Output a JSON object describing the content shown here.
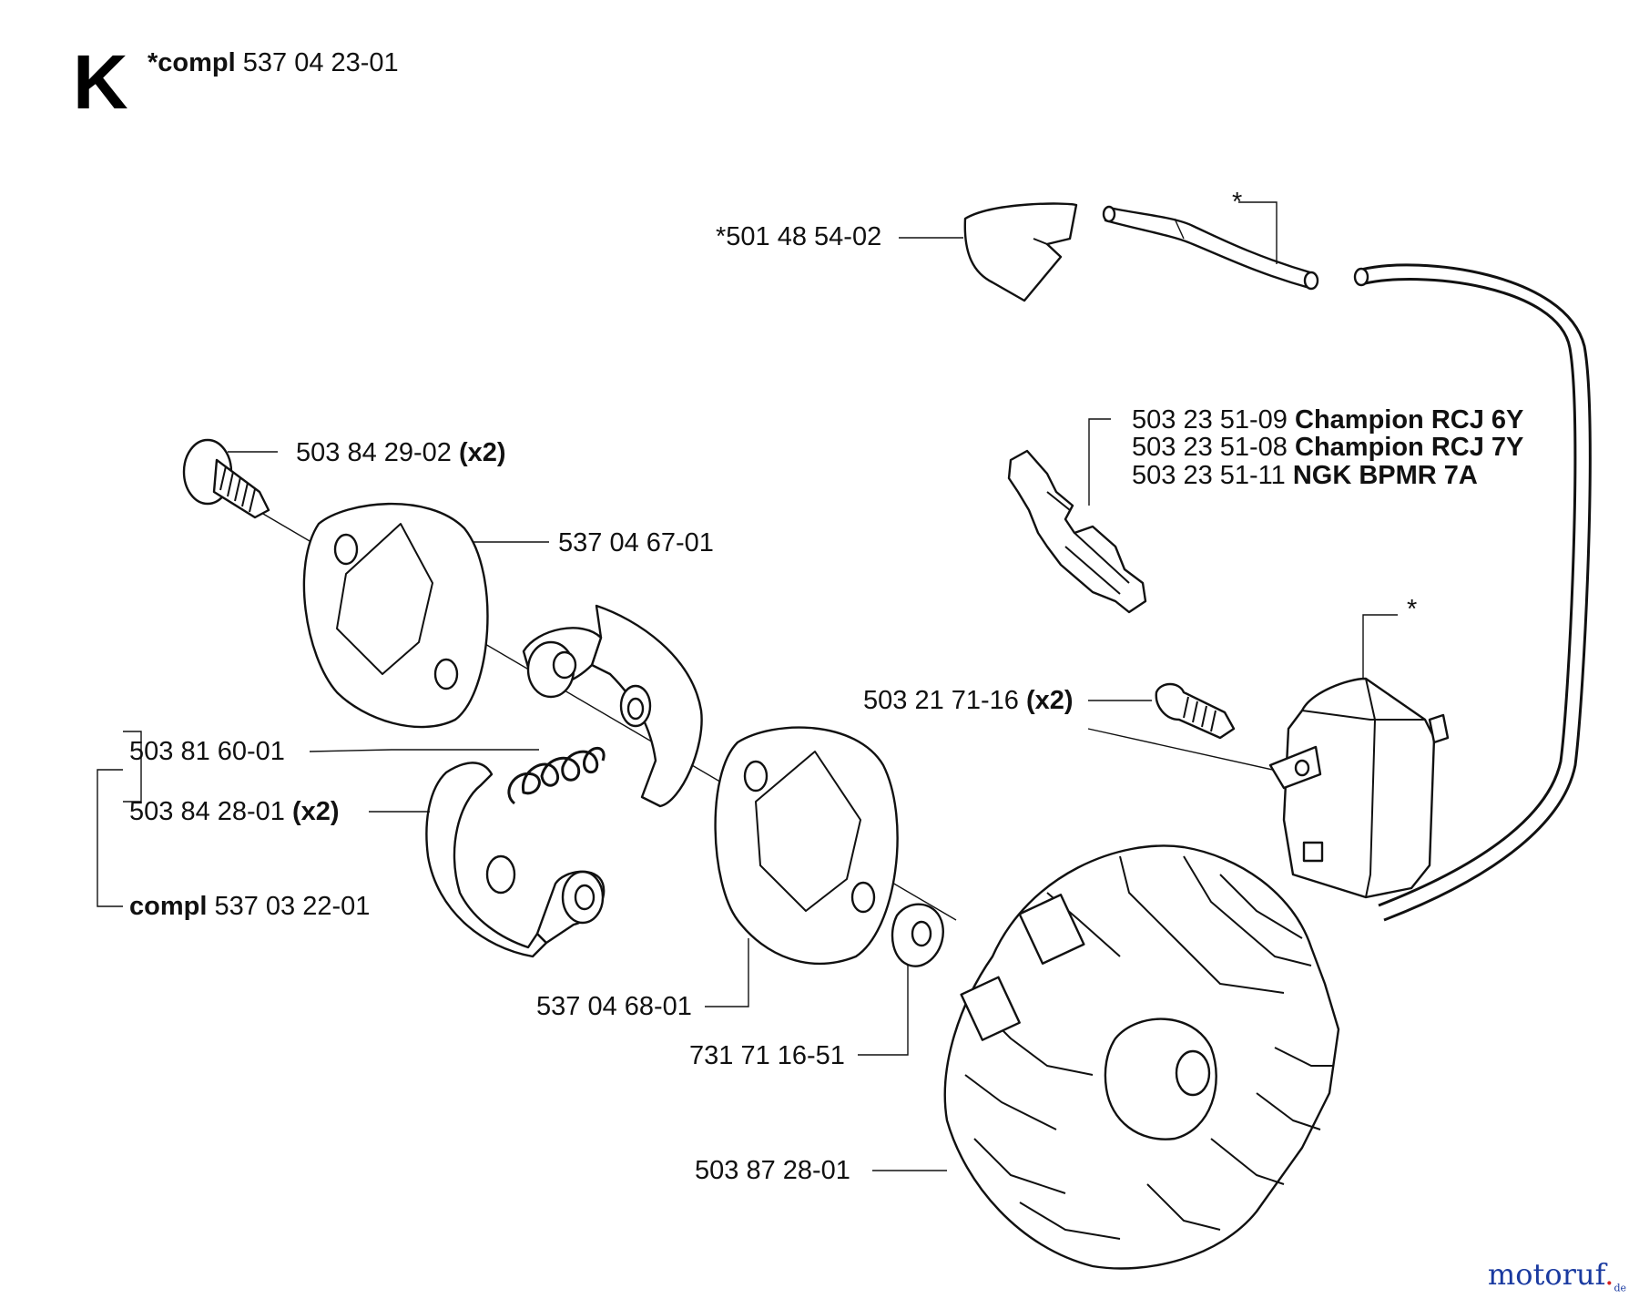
{
  "section": {
    "letter": "K"
  },
  "kit": {
    "prefix": "*compl",
    "number": "537 04 23-01"
  },
  "parts": {
    "cover_clip": "*501 48 54-02",
    "screw_clutch": "503 84 29-02",
    "screw_clutch_qty": "(x2)",
    "plate_front": "537 04 67-01",
    "spring": "503 81 60-01",
    "clutch_shoe": "503 84 28-01",
    "clutch_shoe_qty": "(x2)",
    "clutch_compl_prefix": "compl",
    "clutch_compl_number": "537 03 22-01",
    "plate_rear": "537 04 68-01",
    "washer": "731 71 16-51",
    "flywheel": "503 87 28-01",
    "screw_ignition": "503 21 71-16",
    "screw_ignition_qty": "(x2)",
    "hose_marker": "*",
    "module_marker": "*"
  },
  "spark_plugs": [
    {
      "number": "503 23 51-09",
      "name": "Champion RCJ 6Y"
    },
    {
      "number": "503 23 51-08",
      "name": "Champion RCJ 7Y"
    },
    {
      "number": "503 23 51-11",
      "name": "NGK BPMR 7A"
    }
  ],
  "watermark": {
    "brand": "motoruf",
    "dot": ".",
    "tld": "de"
  }
}
